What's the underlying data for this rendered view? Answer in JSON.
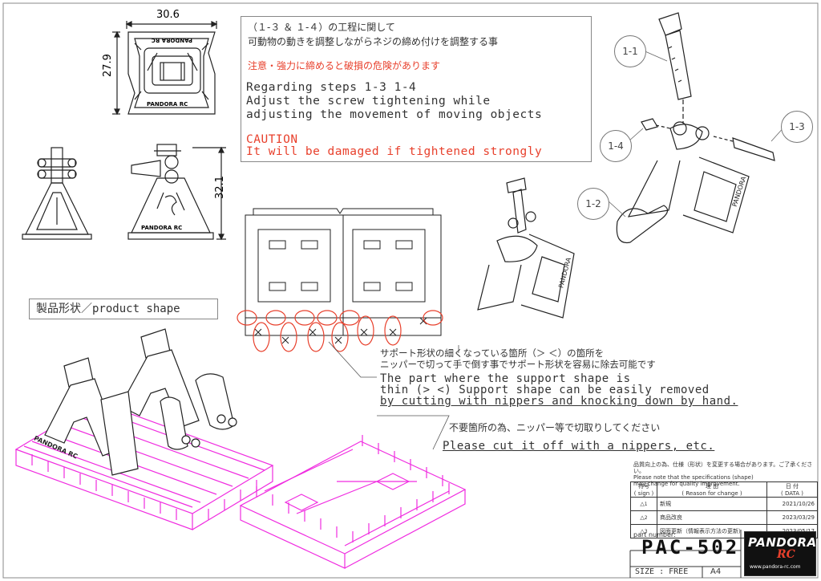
{
  "dimensions": {
    "width_top": "30.6",
    "height_top": "27.9",
    "height_side": "32.1"
  },
  "notes": {
    "jp_heading": "（１-３ ＆ １-４）の工程に関して",
    "jp_body": "可動物の動きを調整しながらネジの締め付けを調整する事",
    "jp_caution": "注意・強力に締めると破損の危険があります",
    "en_line1": "Regarding steps 1-3 1-4",
    "en_line2": "Adjust the screw tightening while",
    "en_line3": " adjusting the movement of moving objects",
    "en_caution": "CAUTION",
    "en_caution_body": "It will be damaged if tightened strongly"
  },
  "callouts": [
    "1-1",
    "1-4",
    "1-3",
    "1-2"
  ],
  "product_shape_label": "製品形状／product shape",
  "support_note": {
    "jp_line1": "サポート形状の細くなっている箇所（＞ ＜）の箇所を",
    "jp_line2": "ニッパーで切って手で倒す事でサポート形状を容易に除去可能です",
    "en_line1": "The part where the support shape is",
    "en_line2": " thin (> <) Support shape can be easily removed",
    "en_line3": " by cutting with nippers and knocking down by hand."
  },
  "cut_note": {
    "jp": "不要箇所の為、ニッパー等で切取りしてください",
    "en": "Please cut it off with a nippers, etc."
  },
  "title_block": {
    "notice_jp": "品質向上の為、仕様（形状）を変更する場合があります。ご了承ください。",
    "notice_en1": "Please note that the specifications (shape)",
    "notice_en2": " may change for quality improvement.",
    "header": {
      "sign": "符号\n( sign )",
      "reason": "理 由\n( Reason for change )",
      "date": "日 付\n( DATA )"
    },
    "rows": [
      {
        "sign": "1",
        "reason": "新規",
        "date": "2021/10/26"
      },
      {
        "sign": "2",
        "reason": "商品改良",
        "date": "2023/03/29"
      },
      {
        "sign": "3",
        "reason": "図面更新（情報表示方法の更新）",
        "date": "2023/05/17"
      }
    ],
    "part_number_label": "part number:",
    "part_number": "PAC-502",
    "size_label": "SIZE : FREE",
    "paper": "A4",
    "brand": "PANDORA",
    "brand_sub": "RC",
    "brand_url": "www.pandora-rc.com"
  },
  "embossed_text": "PANDORA RC",
  "colors": {
    "line": "#222222",
    "support": "#f02ce0",
    "highlight": "#e8402c",
    "frame": "#888888"
  }
}
